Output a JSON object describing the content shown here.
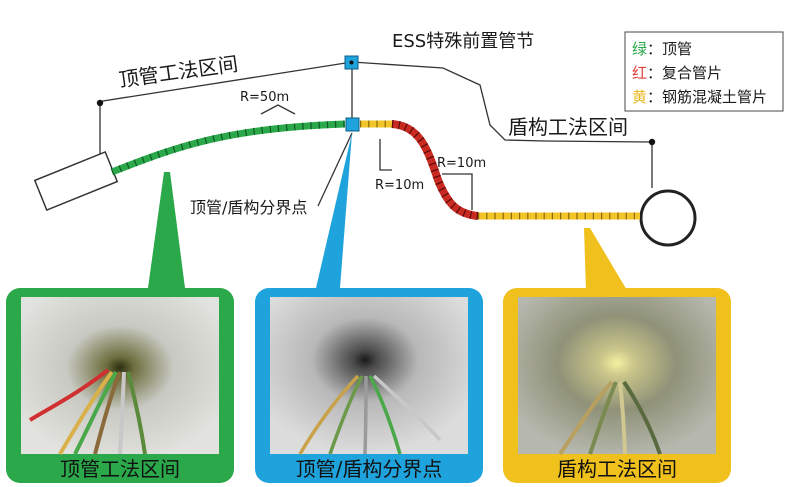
{
  "labels": {
    "jacking_section": "顶管工法区间",
    "ess_section": "ESS特殊前置管节",
    "shield_section": "盾构工法区间",
    "boundary_point": "顶管/盾构分界点",
    "radius_50": "R=50m",
    "radius_10a": "R=10m",
    "radius_10b": "R=10m"
  },
  "legend": [
    {
      "key": "绿",
      "colon": "：",
      "text": "顶管",
      "color": "#2aa84a"
    },
    {
      "key": "红",
      "colon": "：",
      "text": "复合管片",
      "color": "#e0403a"
    },
    {
      "key": "黄",
      "colon": "：",
      "text": "钢筋混凝土管片",
      "color": "#e8b923"
    }
  ],
  "photos": [
    {
      "caption": "顶管工法区间",
      "frame_color": "#2aa84a"
    },
    {
      "caption": "顶管/盾构分界点",
      "frame_color": "#1fa3dc"
    },
    {
      "caption": "盾构工法区间",
      "frame_color": "#f0c01c"
    }
  ],
  "colors": {
    "green": "#2aa84a",
    "red": "#c82a22",
    "yellow": "#f2c52a",
    "blue": "#1fa3dc"
  }
}
